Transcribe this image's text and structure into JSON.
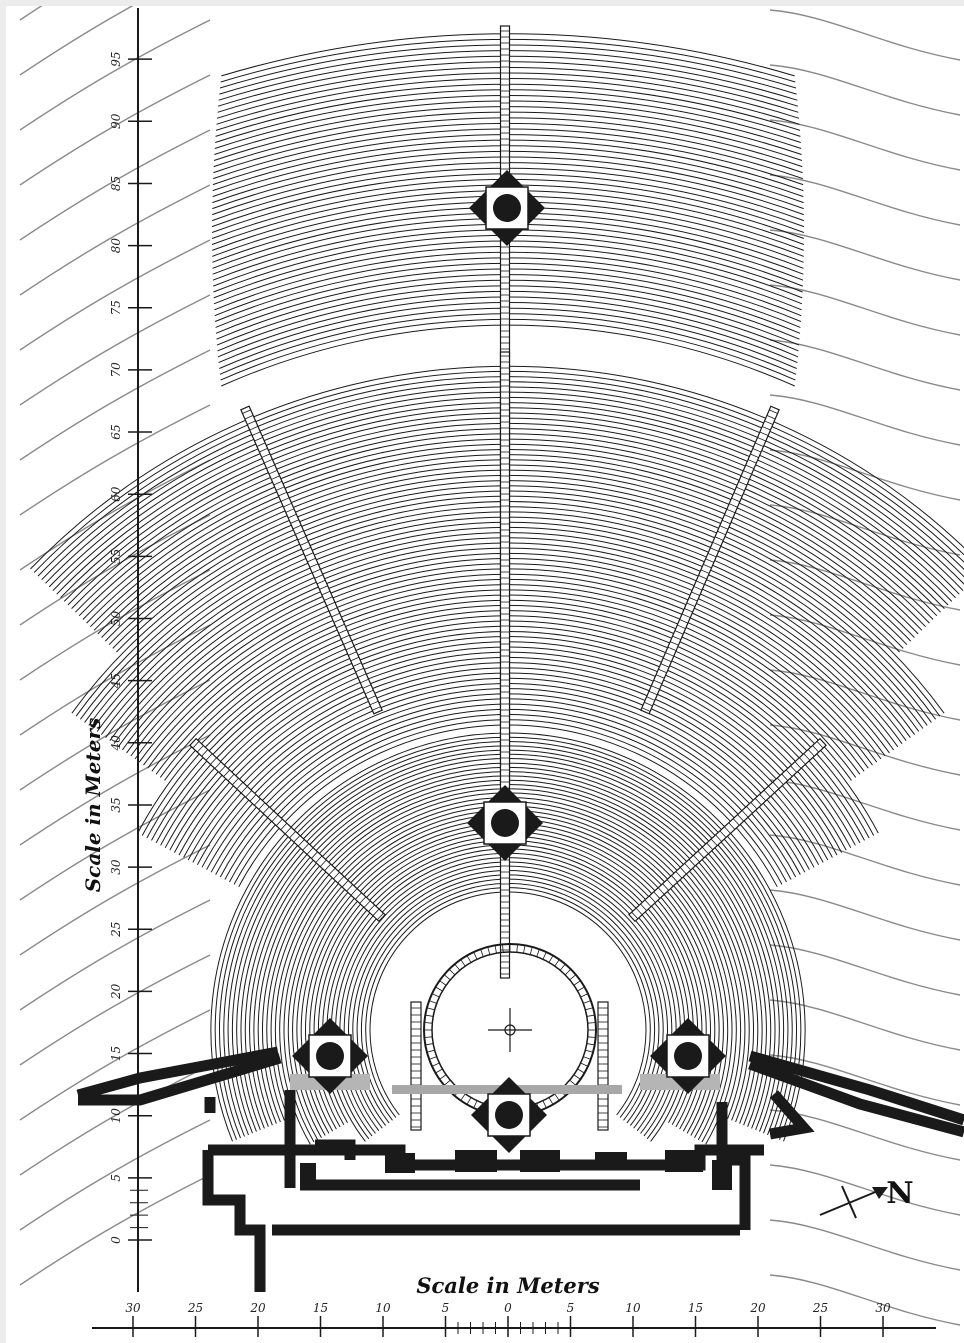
{
  "vertical_scale": {
    "label": "Scale in Meters",
    "ticks": [
      "0",
      "5",
      "10",
      "15",
      "20",
      "25",
      "30",
      "35",
      "40",
      "45",
      "50",
      "55",
      "60",
      "65",
      "70",
      "75",
      "80",
      "85",
      "90",
      "95"
    ]
  },
  "horizontal_scale": {
    "label": "Scale in Meters",
    "ticks": [
      "30",
      "25",
      "20",
      "15",
      "10",
      "5",
      "0",
      "5",
      "10",
      "15",
      "20",
      "25",
      "30"
    ]
  },
  "north_arrow": {
    "label": "N"
  },
  "colors": {
    "ink": "#1a1a1a",
    "contour": "#8a8a8a",
    "paper": "#ffffff",
    "frame": "#ececec"
  }
}
